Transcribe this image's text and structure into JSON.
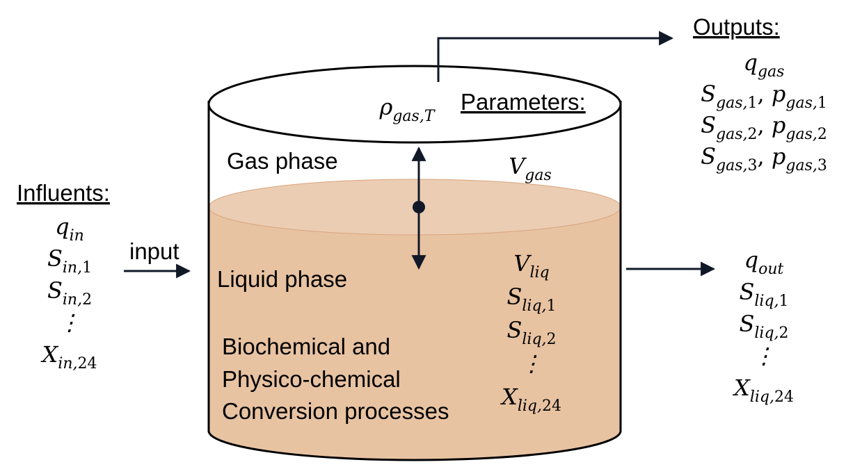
{
  "colors": {
    "liquid": "#e8c3a2",
    "liquid_top": "#ebcdb3",
    "liquid_edge": "#d9a47c",
    "stroke": "#000000",
    "arrow": "#111827"
  },
  "labels": {
    "gas_phase": "Gas phase",
    "liquid_phase": "Liquid phase",
    "process_line1": "Biochemical and",
    "process_line2": "Physico-chemical",
    "process_line3": "Conversion processes",
    "input": "input",
    "influents_header": "Influents:",
    "parameters_header": "Parameters:",
    "outputs_header": "Outputs:"
  },
  "influents": [
    {
      "main": "q",
      "sub": "in"
    },
    {
      "main": "S",
      "sub": "in,1"
    },
    {
      "main": "S",
      "sub": "in,2"
    },
    {
      "main": "⋮",
      "sub": ""
    },
    {
      "main": "X",
      "sub": "in,24"
    }
  ],
  "gas_density": {
    "main": "ρ",
    "sub": "gas,T"
  },
  "gas_volume": {
    "main": "V",
    "sub": "gas"
  },
  "liquid_params": [
    {
      "main": "V",
      "sub": "liq"
    },
    {
      "main": "S",
      "sub": "liq,1"
    },
    {
      "main": "S",
      "sub": "liq,2"
    },
    {
      "main": "⋮",
      "sub": ""
    },
    {
      "main": "X",
      "sub": "liq,24"
    }
  ],
  "gas_outputs": [
    [
      {
        "main": "q",
        "sub": "gas"
      }
    ],
    [
      {
        "main": "S",
        "sub": "gas,1"
      },
      {
        "main": "p",
        "sub": "gas,1"
      }
    ],
    [
      {
        "main": "S",
        "sub": "gas,2"
      },
      {
        "main": "p",
        "sub": "gas,2"
      }
    ],
    [
      {
        "main": "S",
        "sub": "gas,3"
      },
      {
        "main": "p",
        "sub": "gas,3"
      }
    ]
  ],
  "liquid_outputs": [
    {
      "main": "q",
      "sub": "out"
    },
    {
      "main": "S",
      "sub": "liq,1"
    },
    {
      "main": "S",
      "sub": "liq,2"
    },
    {
      "main": "⋮",
      "sub": ""
    },
    {
      "main": "X",
      "sub": "liq,24"
    }
  ]
}
